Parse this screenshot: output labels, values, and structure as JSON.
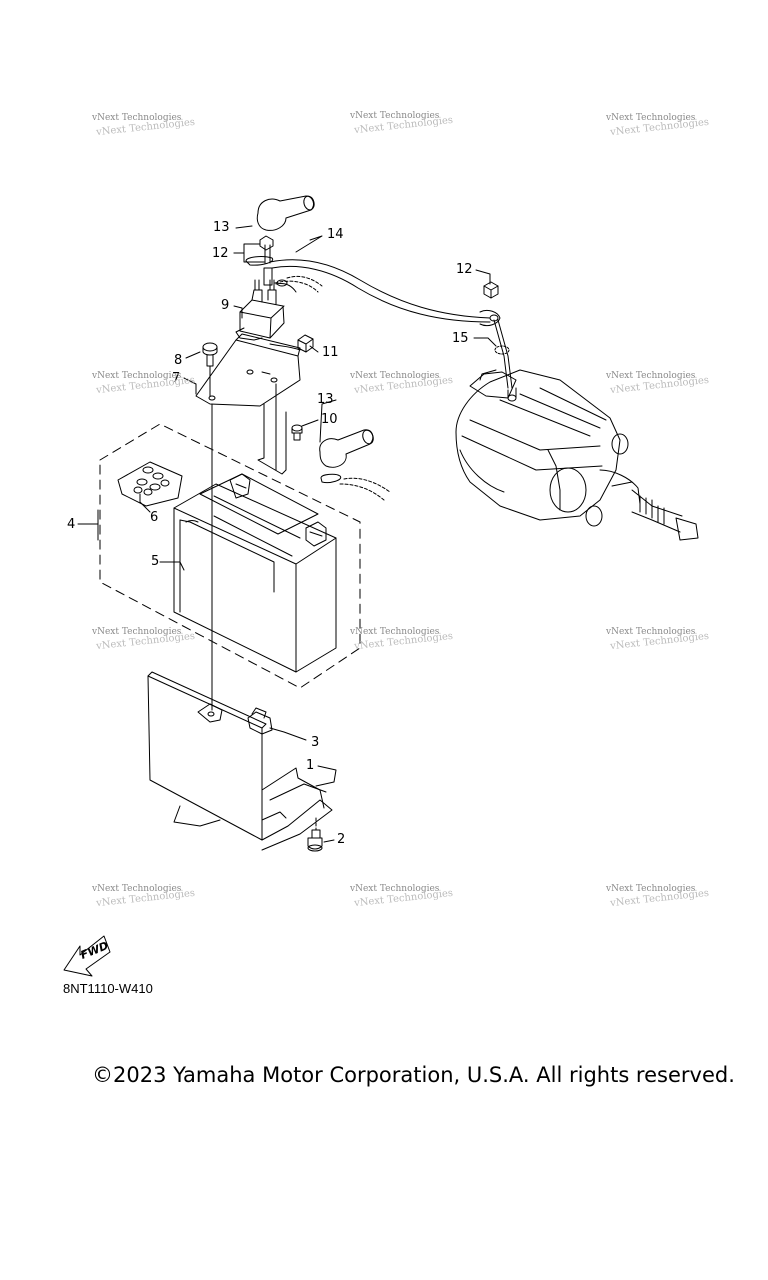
{
  "watermark": {
    "line1": "vNext Technologies",
    "line2": "vNext Technologies"
  },
  "callouts": [
    {
      "id": "c13a",
      "text": "13"
    },
    {
      "id": "c14",
      "text": "14"
    },
    {
      "id": "c12a",
      "text": "12"
    },
    {
      "id": "c12b",
      "text": "12"
    },
    {
      "id": "c9",
      "text": "9"
    },
    {
      "id": "c15",
      "text": "15"
    },
    {
      "id": "c8",
      "text": "8"
    },
    {
      "id": "c11",
      "text": "11"
    },
    {
      "id": "c7",
      "text": "7"
    },
    {
      "id": "c13b",
      "text": "13"
    },
    {
      "id": "c10",
      "text": "10"
    },
    {
      "id": "c4",
      "text": "4"
    },
    {
      "id": "c6",
      "text": "6"
    },
    {
      "id": "c5",
      "text": "5"
    },
    {
      "id": "c3",
      "text": "3"
    },
    {
      "id": "c1",
      "text": "1"
    },
    {
      "id": "c2",
      "text": "2"
    }
  ],
  "fwd_label": "FWD",
  "diagram_code": "8NT1110-W410",
  "copyright": "©2023 Yamaha Motor Corporation, U.S.A. All rights reserved.",
  "icons": [
    "fwd-arrow-icon"
  ]
}
